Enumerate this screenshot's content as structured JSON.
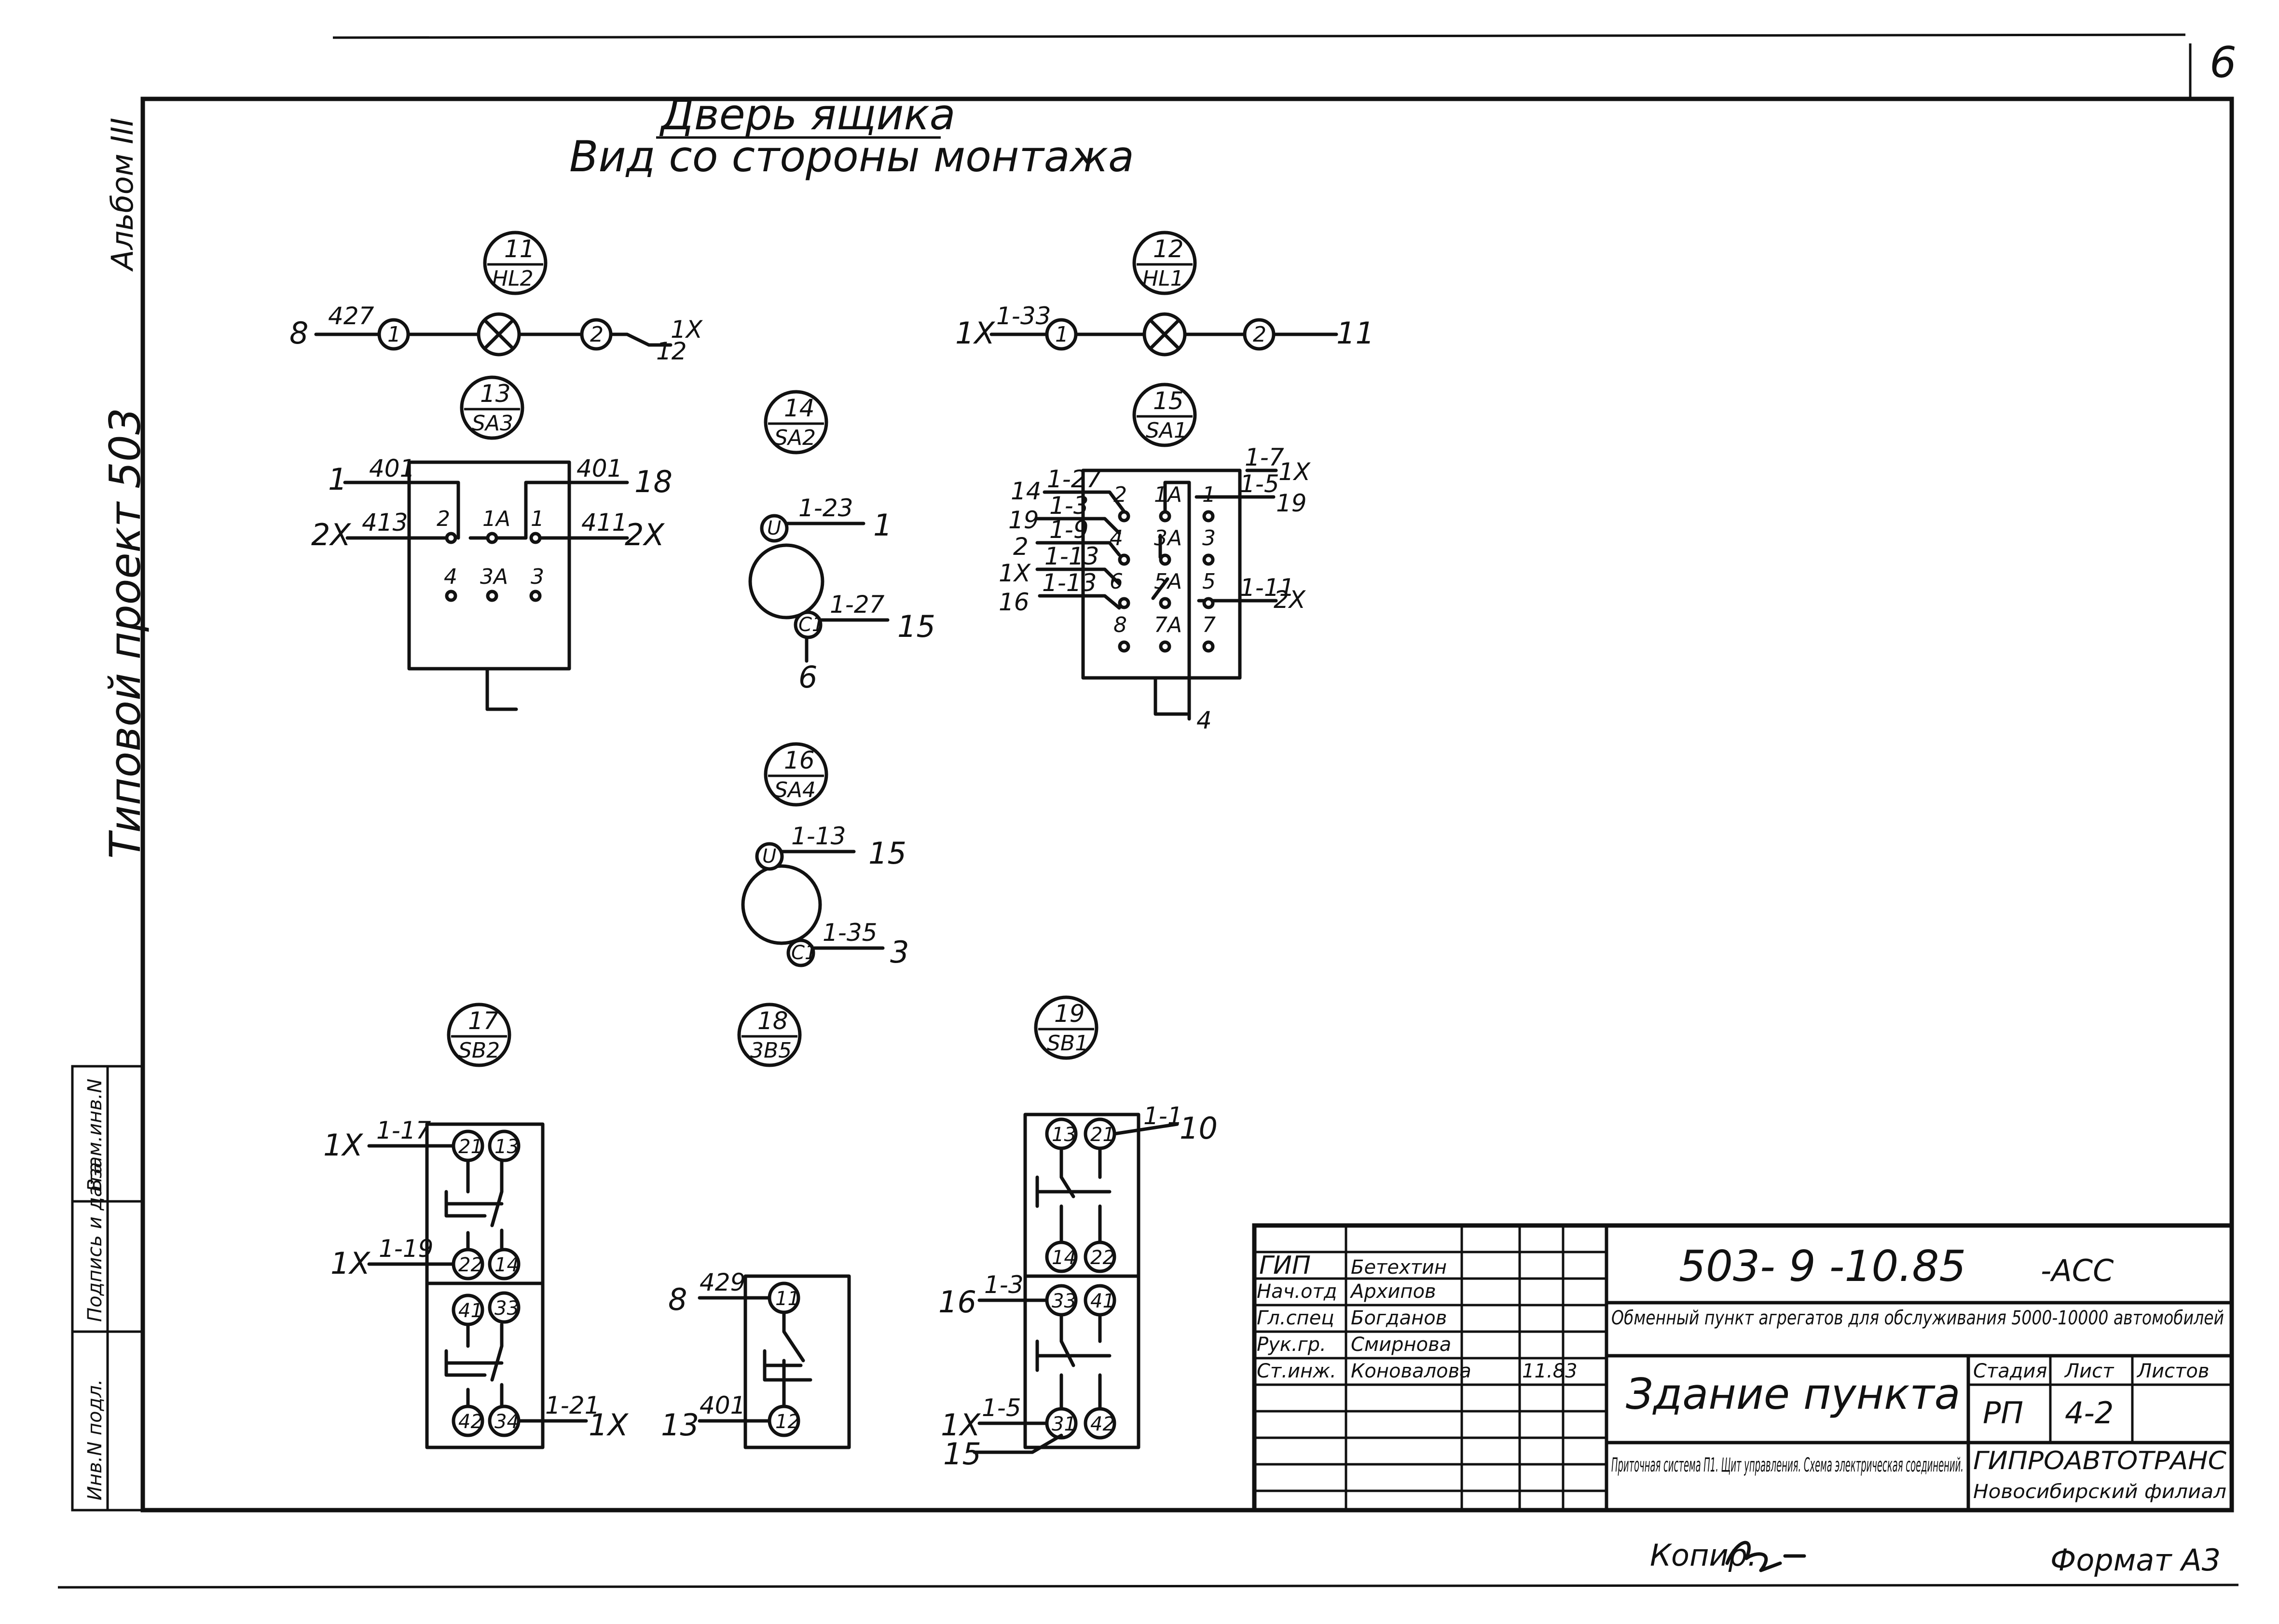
{
  "sheet_number": "6",
  "header": {
    "title": "Дверь ящика",
    "subtitle": "Вид со стороны монтажа"
  },
  "left_margin": {
    "album": "Альбом III",
    "project": "Типовой проект 503",
    "stamp_rows": [
      "Инв.N подл.",
      "Подпись и дата",
      "Взам.инв.N"
    ]
  },
  "devices": {
    "hl2": {
      "tag": "11",
      "name": "HL2",
      "term_a": "1",
      "term_b": "2",
      "wire_in": "427",
      "left_label": "8",
      "right_top": "1Х",
      "right_bot": "12"
    },
    "hl1": {
      "tag": "12",
      "name": "HL1",
      "term_a": "1",
      "term_b": "2",
      "wire_in": "1-33",
      "left_label": "1Х",
      "right_label": "11"
    },
    "sa3": {
      "tag": "13",
      "name": "SA3",
      "wire_tl": "401",
      "wire_tr": "401",
      "wire_ml": "413",
      "wire_mr": "411",
      "left_top": "1",
      "left_mid": "2Х",
      "right_top": "18",
      "right_mid": "2Х",
      "contacts": [
        "2",
        "1А",
        "1",
        "4",
        "3А",
        "3"
      ]
    },
    "sa2": {
      "tag": "14",
      "name": "SA2",
      "term_top": "U",
      "term_bot": "C1",
      "wire_top": "1-23",
      "wire_bot": "1-27",
      "label_top": "1",
      "label_bot_r": "15",
      "label_bot": "6"
    },
    "sa1": {
      "tag": "15",
      "name": "SA1",
      "left_labels": [
        "14",
        "19",
        "2",
        "1Х",
        "16"
      ],
      "left_wires": [
        "1-27",
        "1-3",
        "1-9",
        "1-13",
        "1-13"
      ],
      "right_wires": [
        "1-7",
        "1-5",
        "1-11"
      ],
      "right_labels": [
        "1Х",
        "19",
        "2Х"
      ],
      "bottom_label": "4",
      "contacts": [
        "2",
        "1А",
        "1",
        "4",
        "3А",
        "3",
        "6",
        "5А",
        "5",
        "8",
        "7А",
        "7"
      ]
    },
    "sa4": {
      "tag": "16",
      "name": "SA4",
      "term_top": "U",
      "term_bot": "C1",
      "wire_top": "1-13",
      "wire_bot": "1-35",
      "label_top": "15",
      "label_bot": "3"
    },
    "sb2": {
      "tag": "17",
      "name": "SB2",
      "terms": [
        "21",
        "13",
        "22",
        "14",
        "41",
        "33",
        "42",
        "34"
      ],
      "wire_1": "1-17",
      "wire_2": "1-19",
      "wire_3": "1-21",
      "label_1": "1Х",
      "label_2": "1Х",
      "label_3": "1Х"
    },
    "sb3": {
      "tag": "18",
      "name": "3В5",
      "terms": [
        "11",
        "12"
      ],
      "wire_top": "429",
      "wire_bot": "401",
      "label_top": "8",
      "label_bot": "13"
    },
    "sb1": {
      "tag": "19",
      "name": "SB1",
      "terms": [
        "13",
        "21",
        "14",
        "22",
        "33",
        "41",
        "31",
        "42"
      ],
      "wire_top": "1-1",
      "wire_mid": "1-3",
      "wire_bot": "1-5",
      "label_top": "10",
      "label_mid": "16",
      "label_bot": "1Х",
      "label_bot2": "15"
    }
  },
  "title_block": {
    "doc_code": "503- 9 -10.85",
    "doc_suffix": "-АСС",
    "project_title": "Обменный пункт агрегатов для обслуживания 5000-10000 автомобилей",
    "building": "Здание пункта",
    "sheet_title": "Приточная система П1. Щит управления. Схема электрическая соединений.",
    "roles": [
      "ГИП",
      "Нач.отд",
      "Гл.спец",
      "Рук.гр.",
      "Ст.инж."
    ],
    "names": [
      "Бетехтин",
      "Архипов",
      "Богданов",
      "Смирнова",
      "Коновалова"
    ],
    "date": "11.83",
    "stage_header": "Стадия",
    "sheet_header": "Лист",
    "sheets_header": "Листов",
    "stage": "РП",
    "sheet": "4-2",
    "sheets": "",
    "org": "ГИПРОАВТОТРАНС",
    "org_branch": "Новосибирский филиал"
  },
  "footer": {
    "copied": "Копир.",
    "format": "Формат А3"
  }
}
